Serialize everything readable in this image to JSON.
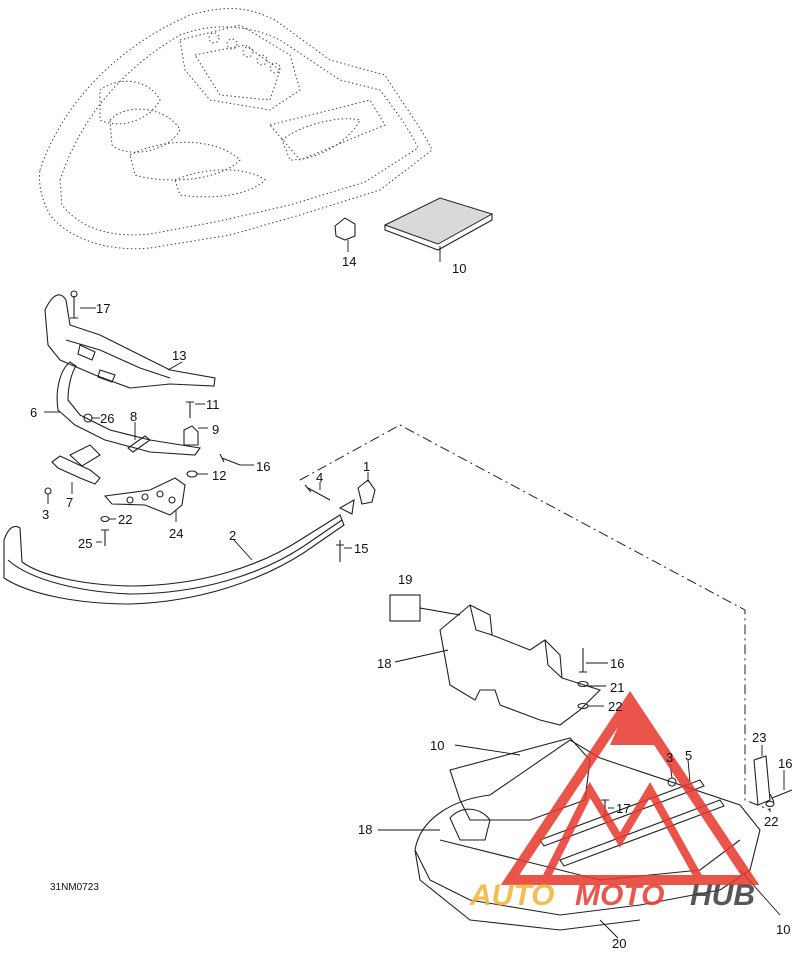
{
  "drawing_number": "31NM0723",
  "watermark": {
    "text_auto": "AUTO",
    "text_moto": "MOTO",
    "text_hub": "HUB",
    "color_primary": "#e8372c",
    "color_secondary": "#3a3a3a"
  },
  "callouts": {
    "c1": "1",
    "c2": "2",
    "c3a": "3",
    "c3b": "3",
    "c4": "4",
    "c5": "5",
    "c6": "6",
    "c7": "7",
    "c8": "8",
    "c9": "9",
    "c10a": "10",
    "c10b": "10",
    "c10c": "10",
    "c11": "11",
    "c12": "12",
    "c13": "13",
    "c14": "14",
    "c15": "15",
    "c16a": "16",
    "c16b": "16",
    "c16c": "16",
    "c17a": "17",
    "c17b": "17",
    "c18a": "18",
    "c18b": "18",
    "c19": "19",
    "c20": "20",
    "c21": "21",
    "c22a": "22",
    "c22b": "22",
    "c22c": "22",
    "c23": "23",
    "c24": "24",
    "c25": "25",
    "c26": "26"
  }
}
